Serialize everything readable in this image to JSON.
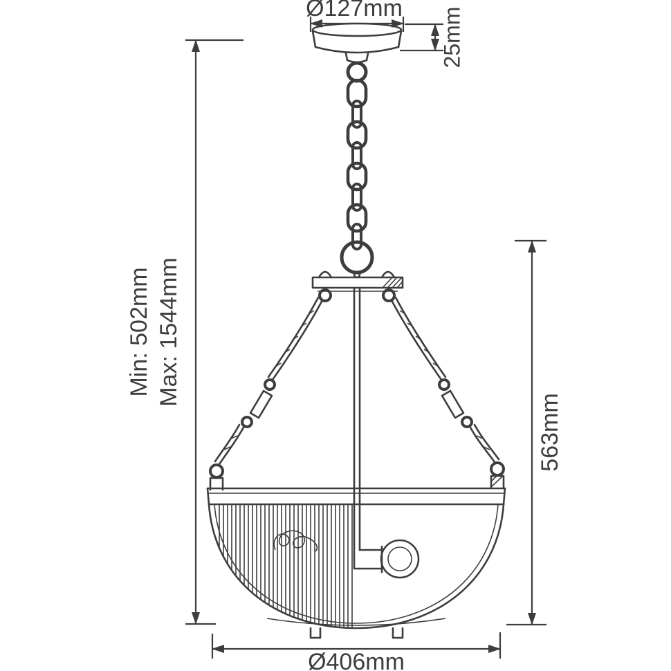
{
  "labels": {
    "canopy_diameter": "Ø127mm",
    "canopy_height": "25mm",
    "height_min": "Min: 502mm",
    "height_max": "Max: 1544mm",
    "suspension_height": "563mm",
    "shade_diameter": "Ø406mm"
  },
  "colors": {
    "line": "#3d3d3d",
    "text": "#3d3d3d",
    "background": "#ffffff"
  }
}
